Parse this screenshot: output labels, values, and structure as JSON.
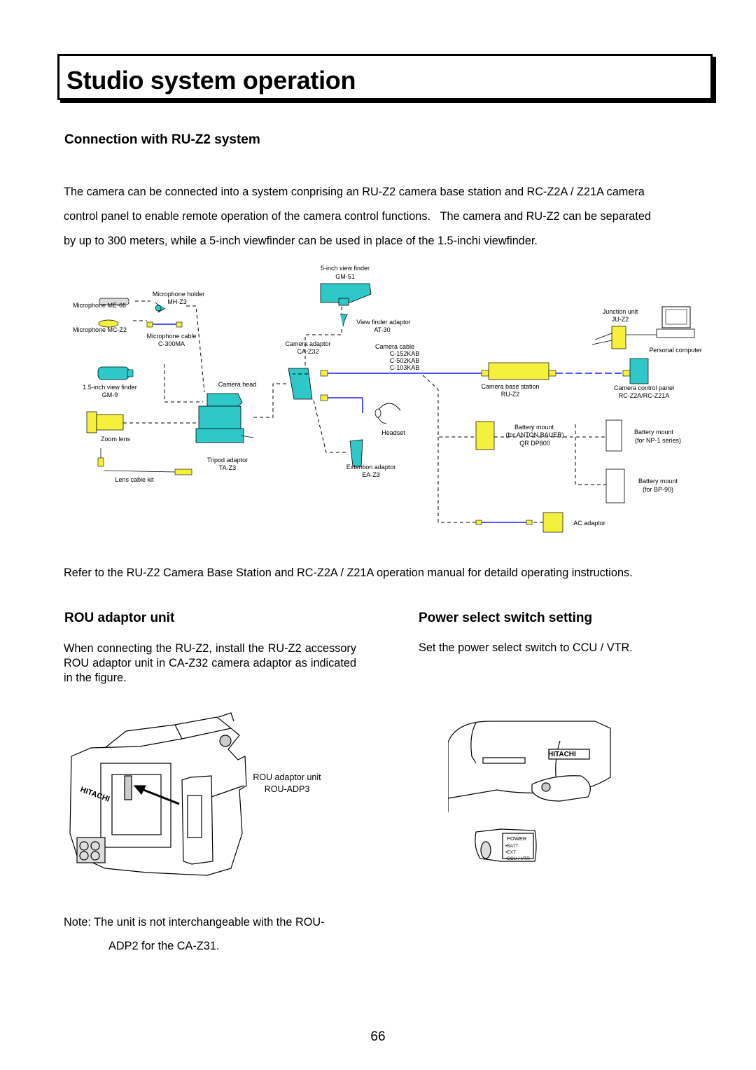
{
  "title": "Studio system operation",
  "section1": {
    "heading": "Connection with RU-Z2 system",
    "intro_lines": [
      "The camera can be connected into a system conprising an RU-Z2 camera base station and RC-Z2A / Z21A camera",
      "control panel to enable remote operation of the camera control functions.   The camera and RU-Z2 can be separated",
      "by up to 300 meters, while a 5-inch viewfinder can be used in place of the 1.5-inchi viewfinder."
    ]
  },
  "diagram": {
    "vf5_label": "5-inch view finder",
    "vf5_model": "GM-51",
    "mic_holder_label": "Microphone holder",
    "mic_holder_model": "MH-Z3",
    "mic_me66": "Microphone ME-66",
    "mic_mcz2": "Microphone MC-Z2",
    "mic_cable_label": "Microphone cable",
    "mic_cable_model": "C-300MA",
    "vf_adaptor_label": "View finder adaptor",
    "vf_adaptor_model": "AT-30",
    "camera_adaptor_label": "Camera adaptor",
    "camera_adaptor_model": "CA-Z32",
    "camera_cable_label": "Camera cable",
    "camera_cable_models": [
      "C-152KAB",
      "C-502KAB",
      "C-103KAB"
    ],
    "junction_label": "Junction unit",
    "junction_model": "JU-Z2",
    "pc_label": "Personal computer",
    "vf15_label": "1.5-inch view finder",
    "vf15_model": "GM-9",
    "camera_head_label": "Camera head",
    "base_station_label": "Camera base station",
    "base_station_model": "RU-Z2",
    "control_panel_label": "Camera control panel",
    "control_panel_model": "RC-Z2A/RC-Z21A",
    "zoom_lens_label": "Zoom lens",
    "headset_label": "Headset",
    "battery_anton_label": "Battery mount",
    "battery_anton_sub": "(for ANTON BAUER)",
    "battery_anton_model": "QR DP800",
    "battery_np1_label": "Battery mount",
    "battery_np1_sub": "(for NP-1 series)",
    "tripod_label": "Tripod adaptor",
    "tripod_model": "TA-Z3",
    "extension_label": "Extention adaptor",
    "extension_model": "EA-Z3",
    "lens_cable_label": "Lens cable kit",
    "battery_bp90_label": "Battery mount",
    "battery_bp90_sub": "(for BP-90)",
    "ac_adaptor_label": "AC adaptor"
  },
  "refer_text": "Refer to the RU-Z2 Camera Base Station and RC-Z2A / Z21A operation manual for detaild operating instructions.",
  "section2": {
    "heading": "ROU adaptor unit",
    "text": "When connecting the RU-Z2, install the RU-Z2 accessory ROU adaptor unit in CA-Z32 camera adaptor as indicated in the figure.",
    "figure_label": "ROU adaptor unit",
    "figure_model": "ROU-ADP3",
    "brand": "HITACHI"
  },
  "section3": {
    "heading": "Power select switch setting",
    "text": "Set the power select switch to CCU / VTR.",
    "brand": "HITACHI",
    "switch_title": "POWER",
    "switch_options": [
      "•BATT",
      "•EXT",
      "•CCU / VTR"
    ]
  },
  "note": {
    "line1": "Note: The unit is not interchangeable with the ROU-",
    "line2": "ADP2 for the CA-Z31."
  },
  "page_number": "66",
  "colors": {
    "cyan": "#2ec8c8",
    "yellow": "#f5f03c",
    "blue": "#1a1aff"
  }
}
